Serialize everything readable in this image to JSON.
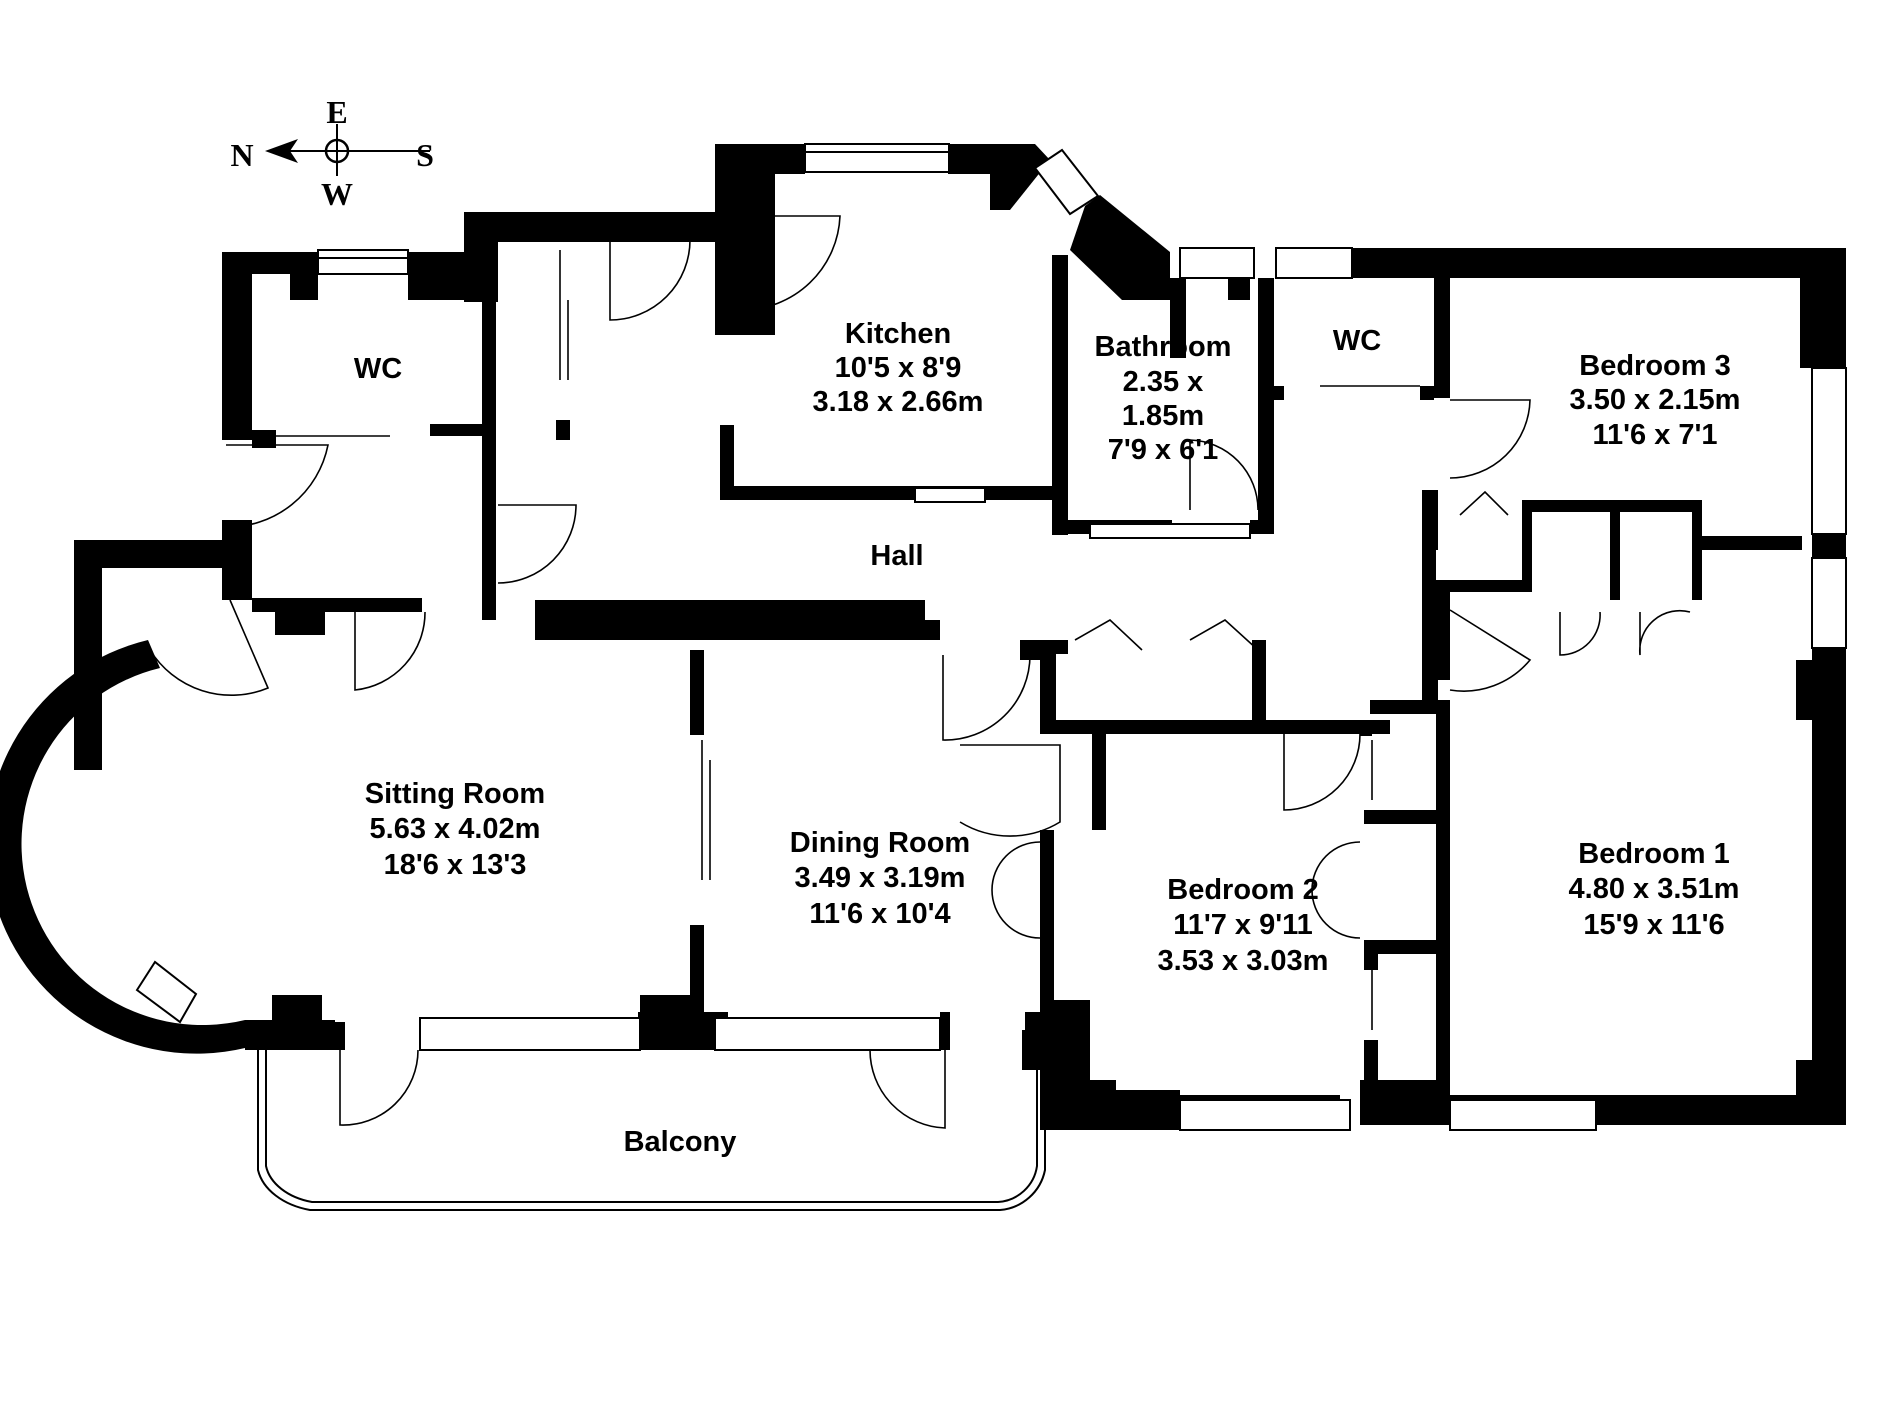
{
  "compass": {
    "east": "E",
    "west": "W",
    "north": "N",
    "south": "S"
  },
  "rooms": {
    "wc_left": {
      "name": "WC"
    },
    "kitchen": {
      "name": "Kitchen",
      "dim1": "10'5 x 8'9",
      "dim2": "3.18 x 2.66m"
    },
    "bathroom": {
      "name": "Bathroom",
      "dim1": "2.35 x",
      "dim2": "1.85m",
      "dim3": "7'9 x 6'1"
    },
    "wc_right": {
      "name": "WC"
    },
    "bedroom3": {
      "name": "Bedroom 3",
      "dim1": "3.50 x 2.15m",
      "dim2": "11'6 x 7'1"
    },
    "hall": {
      "name": "Hall"
    },
    "sitting": {
      "name": "Sitting Room",
      "dim1": "5.63 x 4.02m",
      "dim2": "18'6 x 13'3"
    },
    "dining": {
      "name": "Dining Room",
      "dim1": "3.49 x 3.19m",
      "dim2": "11'6 x 10'4"
    },
    "bedroom2": {
      "name": "Bedroom 2",
      "dim1": "11'7 x 9'11",
      "dim2": "3.53 x 3.03m"
    },
    "bedroom1": {
      "name": "Bedroom 1",
      "dim1": "4.80 x 3.51m",
      "dim2": "15'9 x 11'6"
    },
    "balcony": {
      "name": "Balcony"
    }
  }
}
